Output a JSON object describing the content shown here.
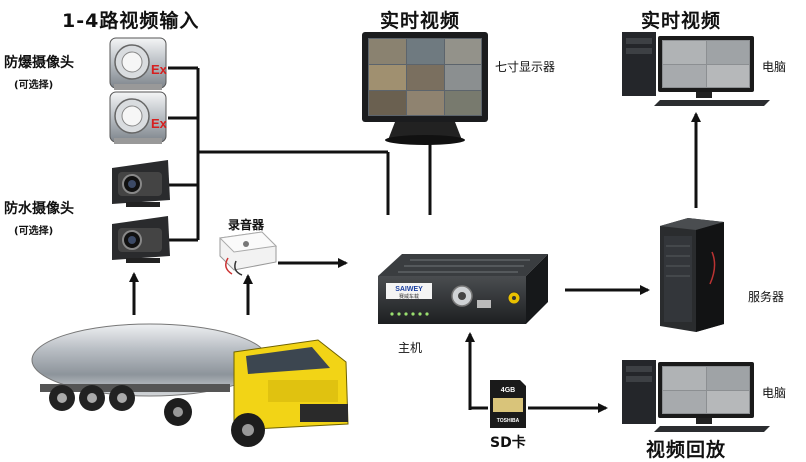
{
  "titles": {
    "input": "1-4路视频输入",
    "realtime_monitor": "实时视频",
    "realtime_pc": "实时视频",
    "playback": "视频回放"
  },
  "labels": {
    "explosion_camera": "防爆摄像头",
    "explosion_optional": "(可选择)",
    "waterproof_camera": "防水摄像头",
    "waterproof_optional": "(可选择)",
    "monitor": "七寸显示器",
    "recorder": "录音器",
    "host": "主机",
    "server": "服务器",
    "pc_top": "电脑",
    "pc_bottom": "电脑",
    "sd_card": "SD卡"
  },
  "device_text": {
    "host_brand": "SAIWEY",
    "host_sub": "赛威车载",
    "ex_mark": "Ex",
    "sd_brand": "TOSHIBA",
    "sd_size": "4GB"
  },
  "colors": {
    "line": "#111111",
    "ex_red": "#d62020",
    "truck_yellow": "#f2d416",
    "tank_silver": "#c8ccd0",
    "sd_card": "#1a1a1a"
  }
}
